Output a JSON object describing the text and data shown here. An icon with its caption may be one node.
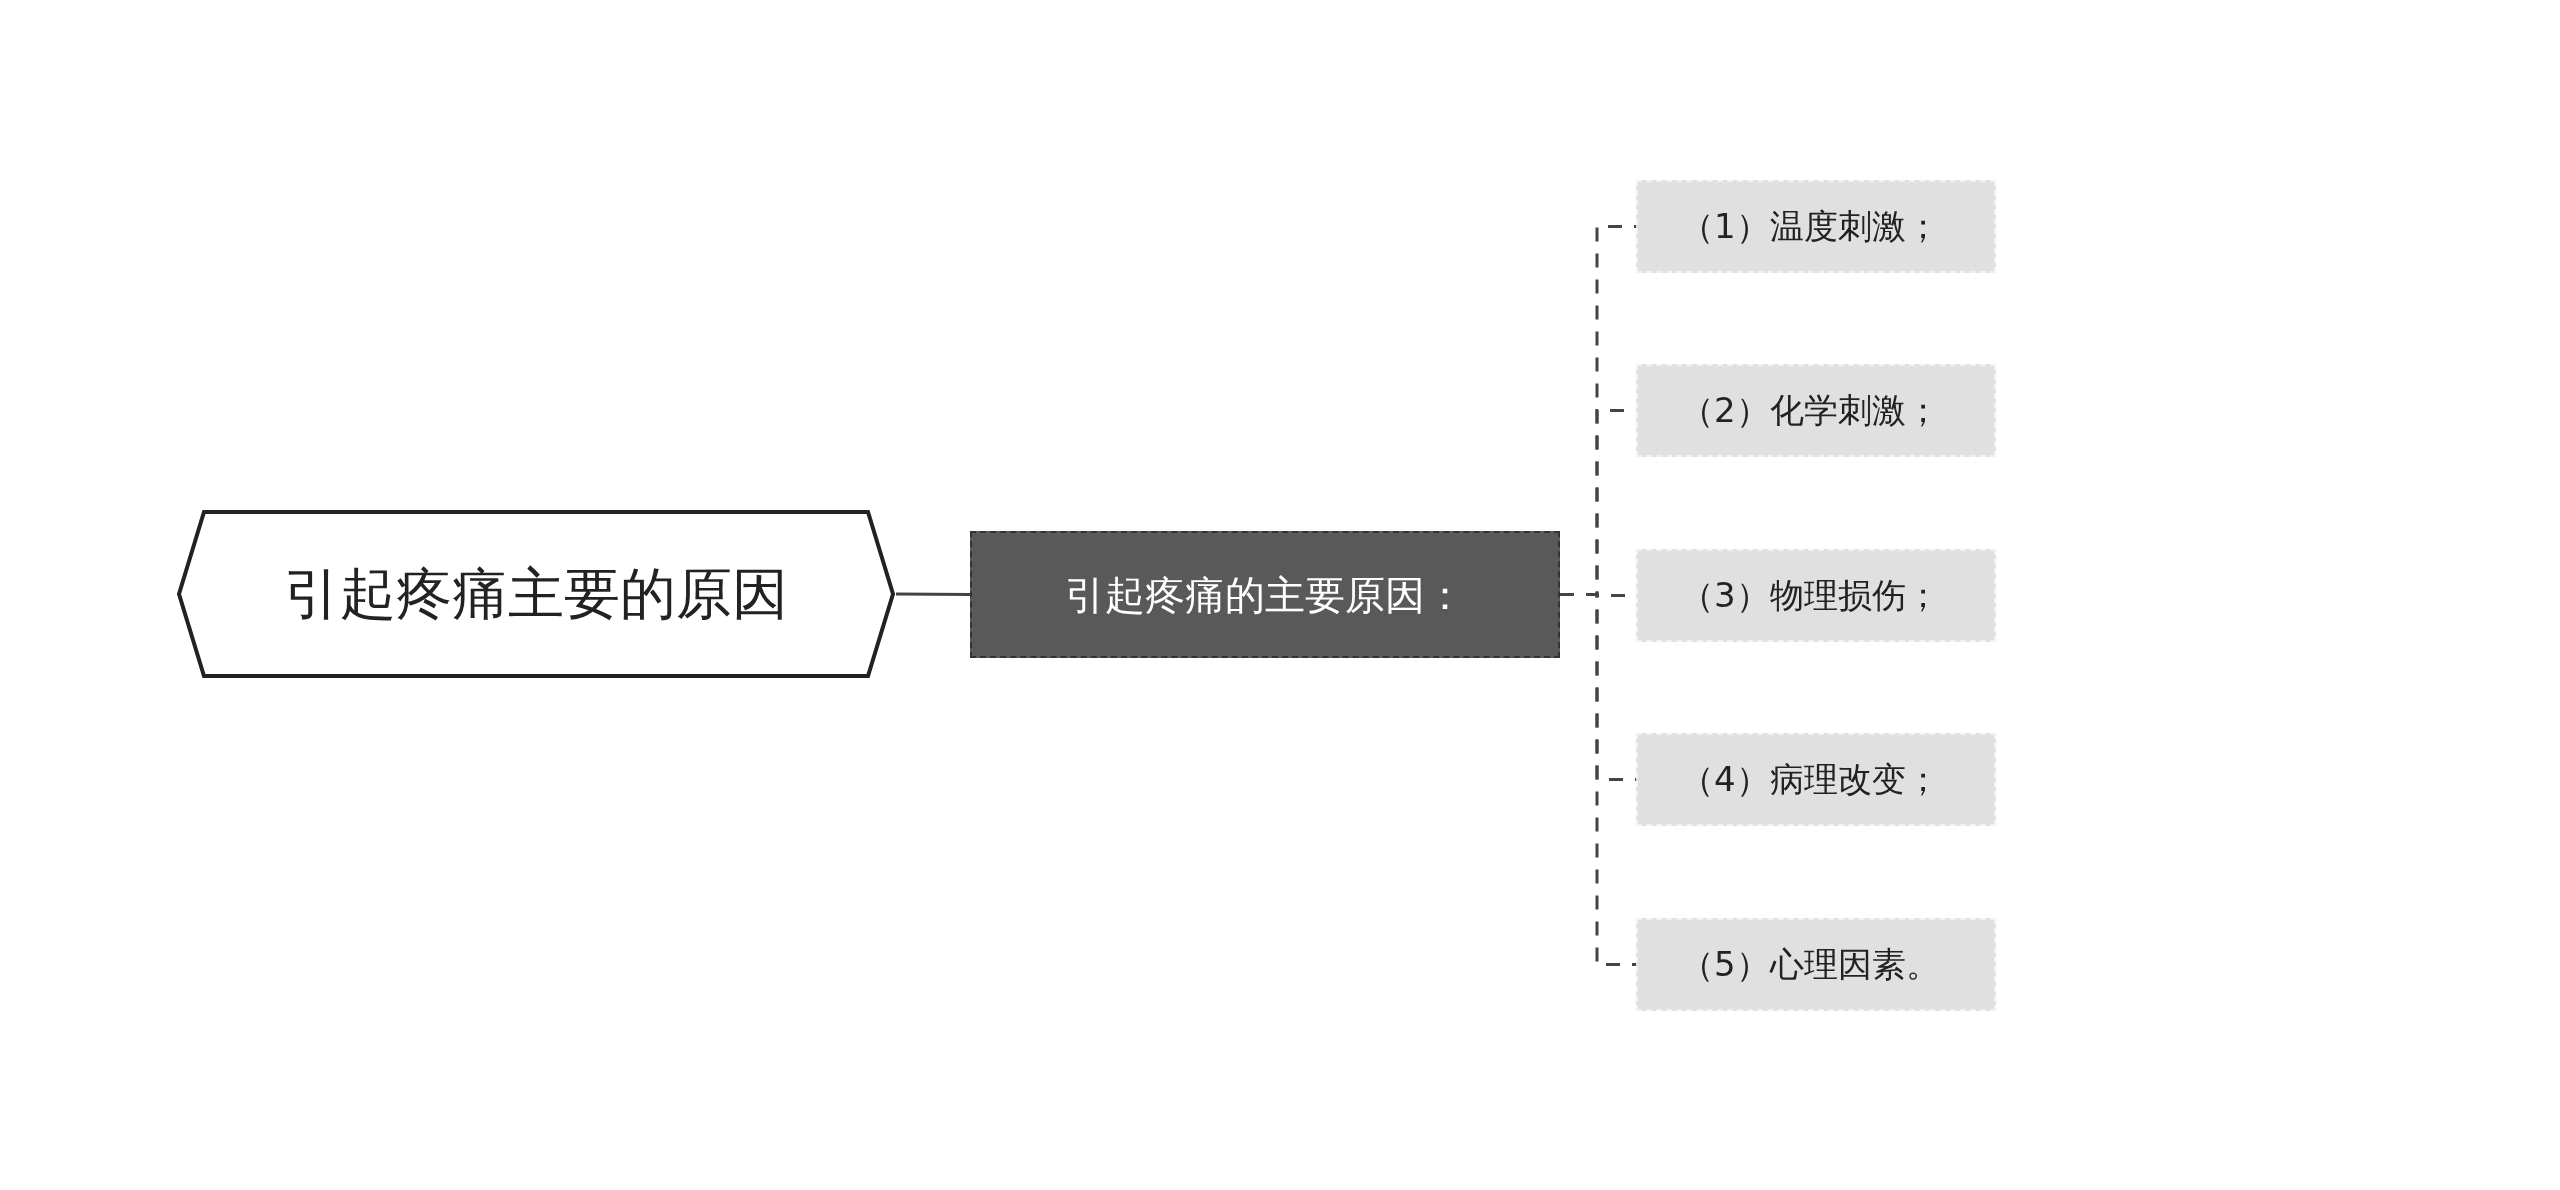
{
  "diagram": {
    "nodes": [
      {
        "text": [
          "引起疼痛主要的原因"
        ]
      },
      {
        "text": [
          "引起疼痛的主要原因："
        ]
      },
      {
        "text": [
          "（1）温度刺激；"
        ]
      },
      {
        "text": [
          "（2）化学刺激；"
        ]
      },
      {
        "text": [
          "（3）物理损伤；"
        ]
      },
      {
        "text": [
          "（4）病理改变；"
        ]
      },
      {
        "text": [
          "（5）心理因素。"
        ]
      }
    ],
    "edges": [
      {
        "from": 0,
        "to": 1,
        "arrow": "none"
      },
      {
        "from": 1,
        "to": 2,
        "arrow": "none",
        "style": "dashed"
      },
      {
        "from": 1,
        "to": 3,
        "arrow": "none",
        "style": "dashed"
      },
      {
        "from": 1,
        "to": 4,
        "arrow": "none",
        "style": "dashed"
      },
      {
        "from": 1,
        "to": 5,
        "arrow": "none",
        "style": "dashed"
      },
      {
        "from": 1,
        "to": 6,
        "arrow": "none",
        "style": "dashed"
      }
    ]
  }
}
